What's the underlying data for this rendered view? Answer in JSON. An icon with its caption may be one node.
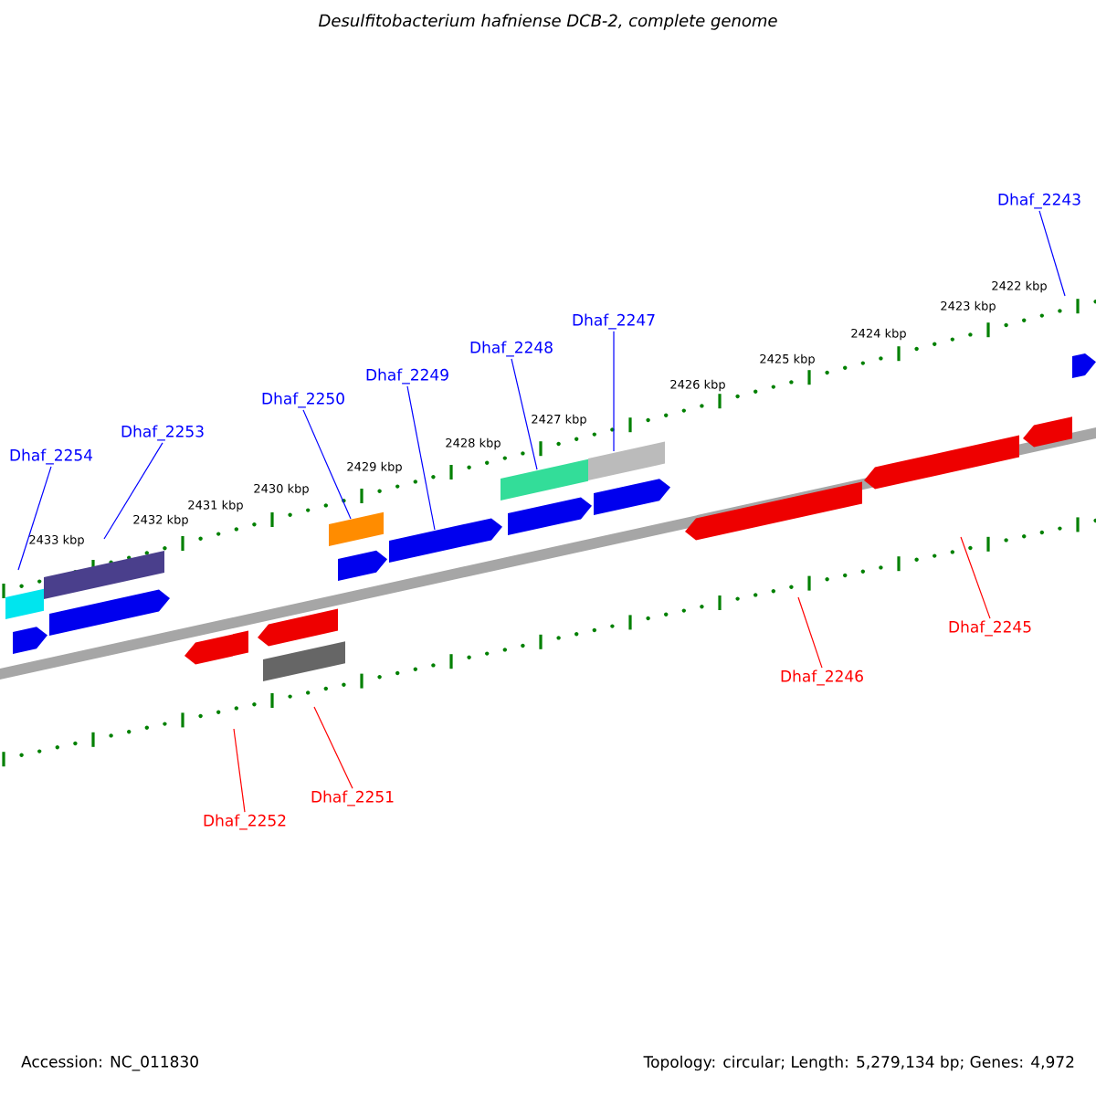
{
  "diagram": {
    "title": "Desulfitobacterium hafniense DCB-2, complete genome",
    "nodes": [
      {
        "text": [
          "Dhaf_2243"
        ]
      },
      {
        "text": [
          "Dhaf_2247"
        ]
      },
      {
        "text": [
          "Dhaf_2248"
        ]
      },
      {
        "text": [
          "Dhaf_2249"
        ]
      },
      {
        "text": [
          "Dhaf_2250"
        ]
      },
      {
        "text": [
          "Dhaf_2253"
        ]
      },
      {
        "text": [
          "Dhaf_2254"
        ]
      },
      {
        "text": [
          "Dhaf_2245"
        ]
      },
      {
        "text": [
          "Dhaf_2246"
        ]
      },
      {
        "text": [
          "Dhaf_2251"
        ]
      },
      {
        "text": [
          "Dhaf_2252"
        ]
      }
    ],
    "edges": [
      {
        "from": 0,
        "to": null,
        "arrow": "none"
      },
      {
        "from": 1,
        "to": null,
        "arrow": "none"
      },
      {
        "from": 2,
        "to": null,
        "arrow": "none"
      },
      {
        "from": 3,
        "to": null,
        "arrow": "none"
      },
      {
        "from": 4,
        "to": null,
        "arrow": "none"
      },
      {
        "from": 5,
        "to": null,
        "arrow": "none"
      },
      {
        "from": 6,
        "to": null,
        "arrow": "none"
      },
      {
        "from": 7,
        "to": null,
        "arrow": "none",
        "color": "#ff0000"
      },
      {
        "from": 8,
        "to": null,
        "arrow": "none",
        "color": "#ff0000"
      },
      {
        "from": 9,
        "to": null,
        "arrow": "none",
        "color": "#ff0000"
      },
      {
        "from": 10,
        "to": null,
        "arrow": "none",
        "color": "#ff0000"
      }
    ],
    "labels": [
      "2422 kbp",
      "2423 kbp",
      "2424 kbp",
      "2425 kbp",
      "2426 kbp",
      "2427 kbp",
      "2428 kbp",
      "2429 kbp",
      "2430 kbp",
      "2431 kbp",
      "2432 kbp",
      "2433 kbp",
      "Accession: NC_011830",
      "Topology: circular; Length: 5,279,134 bp; Genes: 4,972"
    ]
  }
}
